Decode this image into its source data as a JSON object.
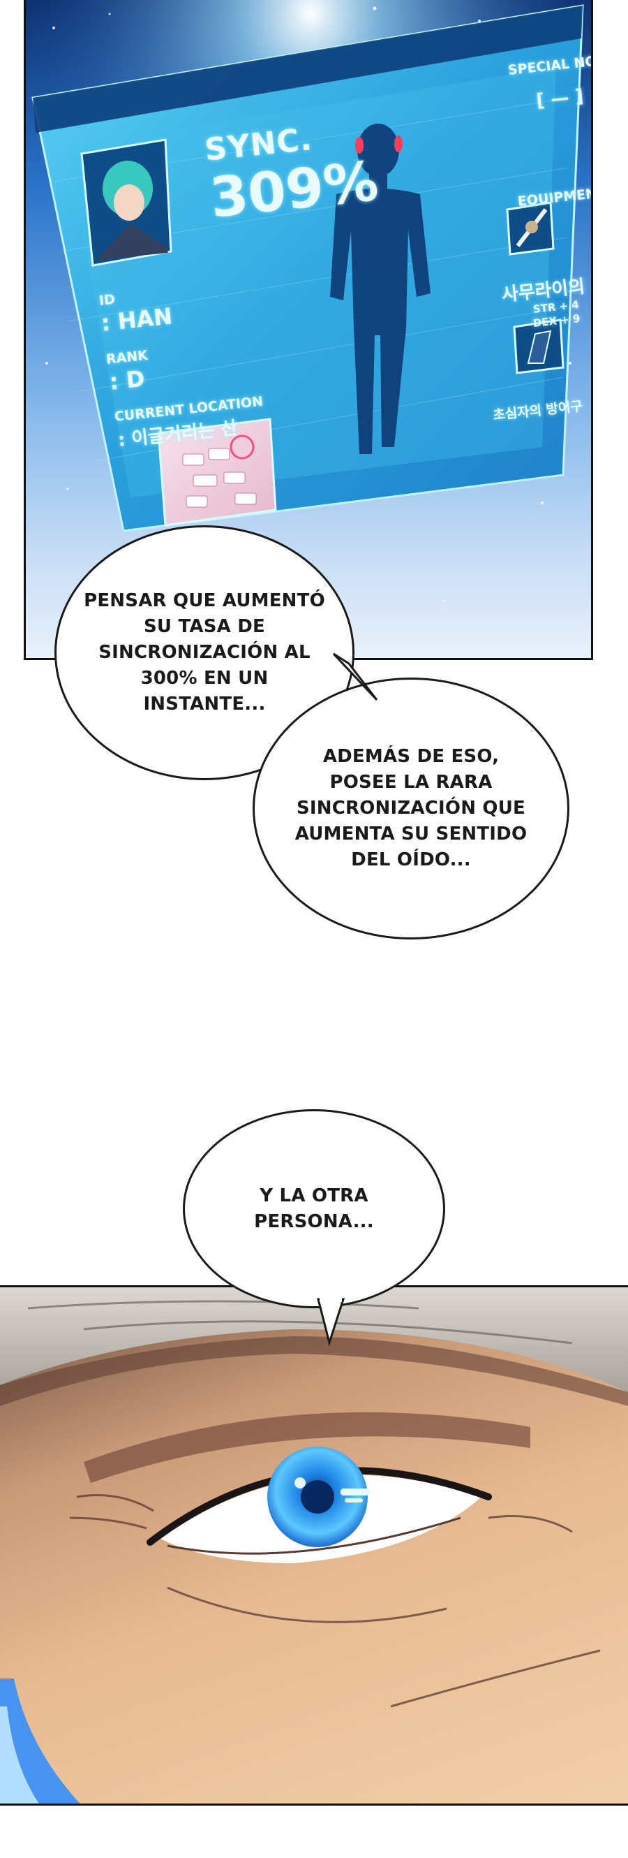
{
  "status_window": {
    "special_note_label": "SPECIAL NOTE",
    "special_note_value": "[ — ]",
    "sync_label": "SYNC.",
    "sync_value": "309%",
    "id_label": "ID",
    "id_value": ": HAN",
    "rank_label": "RANK",
    "rank_value": ": D",
    "location_label": "CURRENT LOCATION",
    "location_value": ": 이글거리는 산",
    "equipment_label": "EQUIPMENT",
    "equipment_1_name": "사무라이의 검",
    "equipment_1_stat_1": "STR + 4",
    "equipment_1_stat_2": "DEX + 9",
    "equipment_2_name": "초심자의 방어구"
  },
  "bubbles": {
    "bubble_1": "PENSAR QUE AUMENTÓ\nSU TASA DE\nSINCRONIZACIÓN AL\n300% EN UN\nINSTANTE...",
    "bubble_2": "ADEMÁS DE ESO,\nPOSEE LA RARA\nSINCRONIZACIÓN QUE\nAUMENTA SU SENTIDO\nDEL OÍDO...",
    "bubble_3": "Y LA OTRA\nPERSONA..."
  },
  "colors": {
    "hud_cyan": "#3fc4ef",
    "hud_dark": "#0c3d7a",
    "eye_blue": "#29a8ff",
    "ink": "#1a1a1a"
  }
}
